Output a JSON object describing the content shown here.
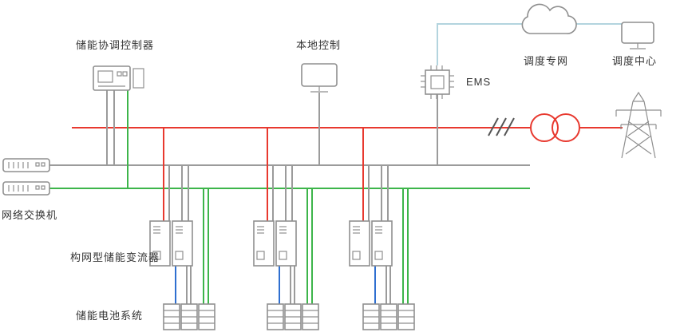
{
  "diagram": {
    "labels": {
      "coordinator": "储能协调控制器",
      "local_control": "本地控制",
      "ems": "EMS",
      "dispatch_network": "调度专网",
      "dispatch_center": "调度中心",
      "network_switch": "网络交换机",
      "converter": "构网型储能变流器",
      "battery_system": "储能电池系统"
    },
    "colors": {
      "power_red": "#e8392f",
      "comm_gray": "#9b9b9b",
      "bus_green": "#3db54a",
      "dc_blue": "#2f6fd0",
      "ems_link": "#b3d4de",
      "icon_stroke": "#8f8f8f",
      "break_mark": "#555555",
      "text": "#333333"
    }
  }
}
